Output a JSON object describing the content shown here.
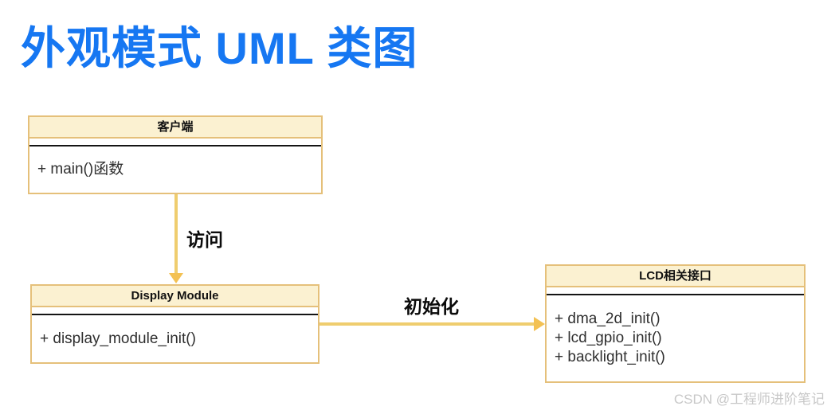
{
  "title": "外观模式 UML 类图",
  "diagram": {
    "classes": [
      {
        "name": "客户端",
        "methods": [
          "+ main()函数"
        ]
      },
      {
        "name": "Display Module",
        "methods": [
          "+ display_module_init()"
        ]
      },
      {
        "name": "LCD相关接口",
        "methods": [
          "+ dma_2d_init()",
          "+ lcd_gpio_init()",
          "+ backlight_init()"
        ]
      }
    ],
    "relations": [
      {
        "from": "客户端",
        "to": "Display Module",
        "label": "访问",
        "direction": "down"
      },
      {
        "from": "Display Module",
        "to": "LCD相关接口",
        "label": "初始化",
        "direction": "right"
      }
    ]
  },
  "colors": {
    "title_blue": "#1677f2",
    "box_fill": "#fbf1d1",
    "box_border": "#e5c07a",
    "arrow_shaft": "#efcd6e",
    "arrow_head": "#f3c153",
    "divider_black": "#141414",
    "method_text": "#2f2f2f",
    "watermark_gray": "#c8c8c8"
  },
  "watermark": "CSDN @工程师进阶笔记"
}
